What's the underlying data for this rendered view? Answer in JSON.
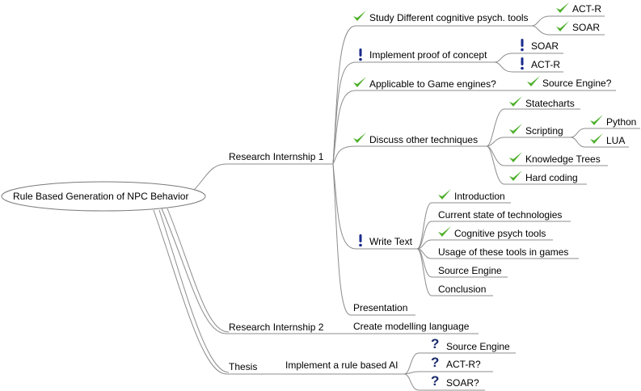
{
  "root": "Rule Based Generation of NPC Behavior",
  "n": {
    "ri1": "Research Internship 1",
    "study": "Study Different cognitive psych. tools",
    "study_actr": "ACT-R",
    "study_soar": "SOAR",
    "implement": "Implement proof of concept",
    "impl_soar": "SOAR",
    "impl_actr": "ACT-R",
    "applicable": "Applicable to Game engines?",
    "source_engine_q": "Source Engine?",
    "discuss": "Discuss other techniques",
    "statecharts": "Statecharts",
    "scripting": "Scripting",
    "python": "Python",
    "lua": "LUA",
    "knowledge": "Knowledge Trees",
    "hardcoding": "Hard coding",
    "write": "Write Text",
    "introduction": "Introduction",
    "current_state": "Current state of technologies",
    "cognitive": "Cognitive psych tools",
    "usage": "Usage of these tools in games",
    "source_engine": "Source Engine",
    "conclusion": "Conclusion",
    "presentation": "Presentation",
    "ri2": "Research Internship 2",
    "modelling": "Create modelling language",
    "thesis": "Thesis",
    "rule_ai": "Implement a rule based AI",
    "thesis_source": "Source Engine",
    "thesis_actr": "ACT-R?",
    "thesis_soar": "SOAR?"
  },
  "icons": {
    "study": "check-icon",
    "study_actr": "check-icon",
    "study_soar": "check-icon",
    "implement": "exclamation-icon",
    "impl_soar": "exclamation-icon",
    "impl_actr": "exclamation-icon",
    "applicable": "check-icon",
    "source_engine_q": "check-icon",
    "discuss": "check-icon",
    "statecharts": "check-icon",
    "scripting": "check-icon",
    "python": "check-icon",
    "lua": "check-icon",
    "knowledge": "check-icon",
    "hardcoding": "check-icon",
    "write": "exclamation-icon",
    "introduction": "check-icon",
    "cognitive": "check-icon",
    "thesis_source": "question-icon",
    "thesis_actr": "question-icon",
    "thesis_soar": "question-icon"
  },
  "colors": {
    "check": "#4caf28",
    "exclaim": "#1a2a8c",
    "question": "#1a2a6c",
    "line": "#8c8c8c"
  }
}
